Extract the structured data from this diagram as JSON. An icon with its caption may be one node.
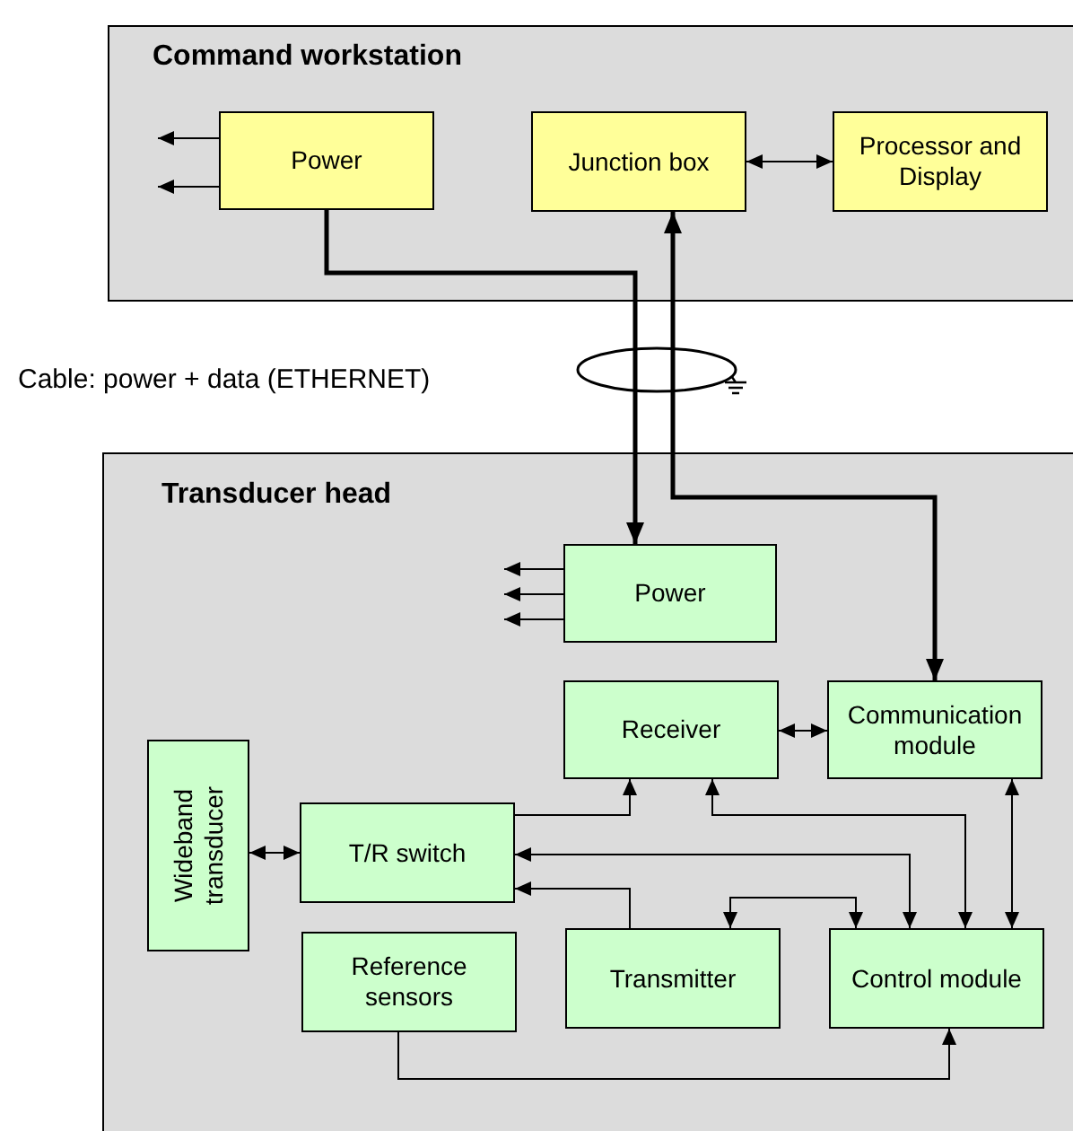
{
  "diagram": {
    "nodes": [
      {
        "text": [
          "Command workstation"
        ]
      },
      {
        "text": [
          "Power"
        ],
        "in": 0
      },
      {
        "text": [
          "Junction box"
        ],
        "in": 0
      },
      {
        "text": [
          "Processor and Display"
        ],
        "in": 0
      },
      {
        "text": [
          "Transducer head"
        ]
      },
      {
        "text": [
          "Power"
        ],
        "in": 4
      },
      {
        "text": [
          "Receiver"
        ],
        "in": 4
      },
      {
        "text": [
          "Communication module"
        ],
        "in": 4
      },
      {
        "text": [
          "Wideband transducer"
        ],
        "in": 4
      },
      {
        "text": [
          "T/R switch"
        ],
        "in": 4
      },
      {
        "text": [
          "Reference sensors"
        ],
        "in": 4
      },
      {
        "text": [
          "Transmitter"
        ],
        "in": 4
      },
      {
        "text": [
          "Control module"
        ],
        "in": 4
      }
    ],
    "edges": [
      {
        "from": 1,
        "to": 5,
        "arrow": "to",
        "style": "thick"
      },
      {
        "from": 2,
        "to": 7,
        "arrow": "both",
        "style": "thick"
      },
      {
        "from": 2,
        "to": 3,
        "arrow": "both"
      },
      {
        "from": 1,
        "to": null,
        "arrow": "to"
      },
      {
        "from": 1,
        "to": null,
        "arrow": "to"
      },
      {
        "from": 5,
        "to": null,
        "arrow": "to"
      },
      {
        "from": 5,
        "to": null,
        "arrow": "to"
      },
      {
        "from": 5,
        "to": null,
        "arrow": "to"
      },
      {
        "from": 6,
        "to": 7,
        "arrow": "both"
      },
      {
        "from": 8,
        "to": 9,
        "arrow": "both"
      },
      {
        "from": 9,
        "to": 6,
        "arrow": "to"
      },
      {
        "from": 6,
        "to": 12,
        "arrow": "both"
      },
      {
        "from": 7,
        "to": 12,
        "arrow": "both"
      },
      {
        "from": 12,
        "to": 9,
        "arrow": "both"
      },
      {
        "from": 11,
        "to": 12,
        "arrow": "both"
      },
      {
        "from": 11,
        "to": 9,
        "arrow": "to"
      },
      {
        "from": 10,
        "to": 12,
        "arrow": "to"
      }
    ],
    "labels": [
      "Cable: power + data (ETHERNET)"
    ]
  }
}
